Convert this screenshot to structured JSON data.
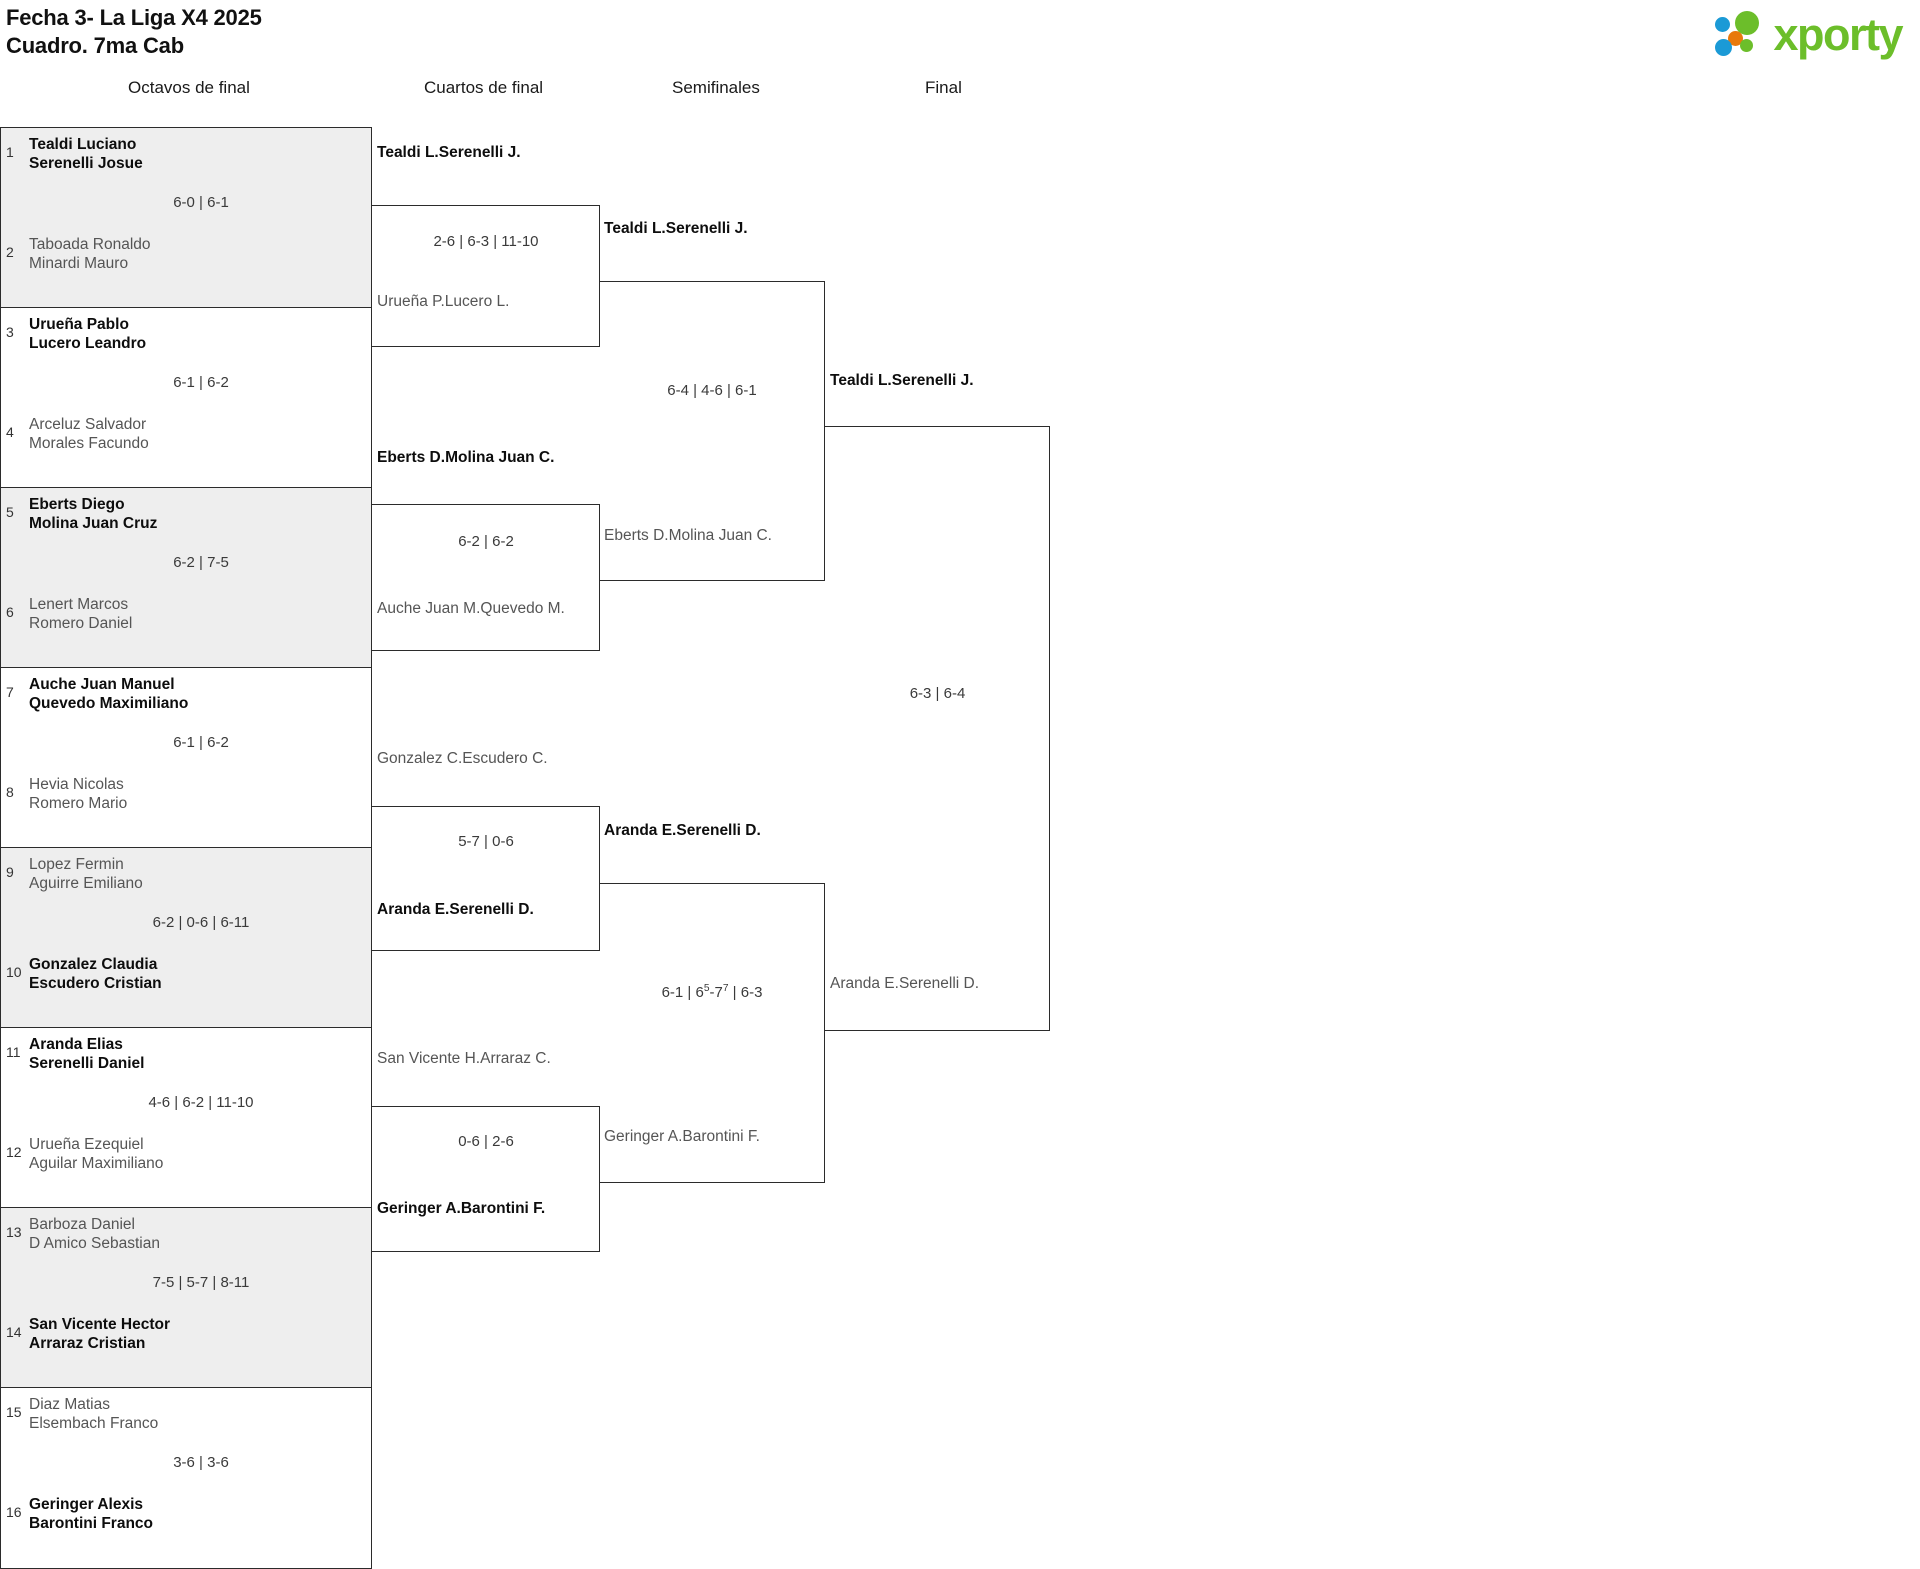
{
  "header": {
    "title_line1": "Fecha 3- La Liga X4 2025",
    "title_line2": "Cuadro. 7ma Cab",
    "brand": "xporty"
  },
  "rounds": [
    {
      "label": "Octavos de final"
    },
    {
      "label": "Cuartos de final"
    },
    {
      "label": "Semifinales"
    },
    {
      "label": "Final"
    }
  ],
  "round1": {
    "matches": [
      {
        "top": {
          "seed": "1",
          "p1": "Tealdi Luciano",
          "p2": "Serenelli Josue",
          "state": "winner"
        },
        "bottom": {
          "seed": "2",
          "p1": "Taboada Ronaldo",
          "p2": "Minardi Mauro",
          "state": "loser"
        },
        "score": "6-0 | 6-1"
      },
      {
        "top": {
          "seed": "3",
          "p1": "Urueña Pablo",
          "p2": "Lucero Leandro",
          "state": "winner"
        },
        "bottom": {
          "seed": "4",
          "p1": "Arceluz Salvador",
          "p2": "Morales Facundo",
          "state": "loser"
        },
        "score": "6-1 | 6-2"
      },
      {
        "top": {
          "seed": "5",
          "p1": "Eberts Diego",
          "p2": "Molina Juan Cruz",
          "state": "winner"
        },
        "bottom": {
          "seed": "6",
          "p1": "Lenert Marcos",
          "p2": "Romero Daniel",
          "state": "loser"
        },
        "score": "6-2 | 7-5"
      },
      {
        "top": {
          "seed": "7",
          "p1": "Auche Juan Manuel",
          "p2": "Quevedo Maximiliano",
          "state": "winner"
        },
        "bottom": {
          "seed": "8",
          "p1": "Hevia Nicolas",
          "p2": "Romero Mario",
          "state": "loser"
        },
        "score": "6-1 | 6-2"
      },
      {
        "top": {
          "seed": "9",
          "p1": "Lopez Fermin",
          "p2": "Aguirre Emiliano",
          "state": "loser"
        },
        "bottom": {
          "seed": "10",
          "p1": "Gonzalez Claudia",
          "p2": "Escudero Cristian",
          "state": "winner"
        },
        "score": "6-2 | 0-6 | 6-11"
      },
      {
        "top": {
          "seed": "11",
          "p1": "Aranda Elias",
          "p2": "Serenelli Daniel",
          "state": "winner"
        },
        "bottom": {
          "seed": "12",
          "p1": "Urueña Ezequiel",
          "p2": "Aguilar Maximiliano",
          "state": "loser"
        },
        "score": "4-6 | 6-2 | 11-10"
      },
      {
        "top": {
          "seed": "13",
          "p1": "Barboza Daniel",
          "p2": "D Amico Sebastian",
          "state": "loser"
        },
        "bottom": {
          "seed": "14",
          "p1": "San Vicente Hector",
          "p2": "Arraraz Cristian",
          "state": "winner"
        },
        "score": "7-5 | 5-7 | 8-11"
      },
      {
        "top": {
          "seed": "15",
          "p1": "Diaz Matias",
          "p2": "Elsembach Franco",
          "state": "loser"
        },
        "bottom": {
          "seed": "16",
          "p1": "Geringer Alexis",
          "p2": "Barontini Franco",
          "state": "winner"
        },
        "score": "3-6 | 3-6"
      }
    ]
  },
  "round2": {
    "matches": [
      {
        "top": {
          "p1": "Tealdi L.",
          "p2": "Serenelli J.",
          "state": "winner"
        },
        "bottom": {
          "p1": "Urueña P.",
          "p2": "Lucero L.",
          "state": "loser"
        },
        "score": "2-6 | 6-3 | 11-10"
      },
      {
        "top": {
          "p1": "Eberts D.",
          "p2": "Molina Juan C.",
          "state": "winner"
        },
        "bottom": {
          "p1": "Auche Juan M.",
          "p2": "Quevedo M.",
          "state": "loser"
        },
        "score": "6-2 | 6-2"
      },
      {
        "top": {
          "p1": "Gonzalez C.",
          "p2": "Escudero C.",
          "state": "loser"
        },
        "bottom": {
          "p1": "Aranda E.",
          "p2": "Serenelli D.",
          "state": "winner"
        },
        "score": "5-7 | 0-6"
      },
      {
        "top": {
          "p1": "San Vicente H.",
          "p2": "Arraraz C.",
          "state": "loser"
        },
        "bottom": {
          "p1": "Geringer A.",
          "p2": "Barontini F.",
          "state": "winner"
        },
        "score": "0-6 | 2-6"
      }
    ]
  },
  "round3": {
    "matches": [
      {
        "top": {
          "p1": "Tealdi L.",
          "p2": "Serenelli J.",
          "state": "winner"
        },
        "bottom": {
          "p1": "Eberts D.",
          "p2": "Molina Juan C.",
          "state": "loser"
        },
        "score": "6-4 | 4-6 | 6-1"
      },
      {
        "top": {
          "p1": "Aranda E.",
          "p2": "Serenelli D.",
          "state": "winner"
        },
        "bottom": {
          "p1": "Geringer A.",
          "p2": "Barontini F.",
          "state": "loser"
        },
        "score_parts": {
          "a": "6-1 | 6",
          "sup1": "5",
          "b": "-7",
          "sup2": "7",
          "c": " | 6-3"
        },
        "score": "6-1 | 6⁵-7⁷ | 6-3"
      }
    ]
  },
  "round4": {
    "matches": [
      {
        "top": {
          "p1": "Tealdi L.",
          "p2": "Serenelli J.",
          "state": "winner"
        },
        "bottom": {
          "p1": "Aranda E.",
          "p2": "Serenelli D.",
          "state": "loser"
        },
        "score": "6-3 | 6-4"
      }
    ]
  }
}
